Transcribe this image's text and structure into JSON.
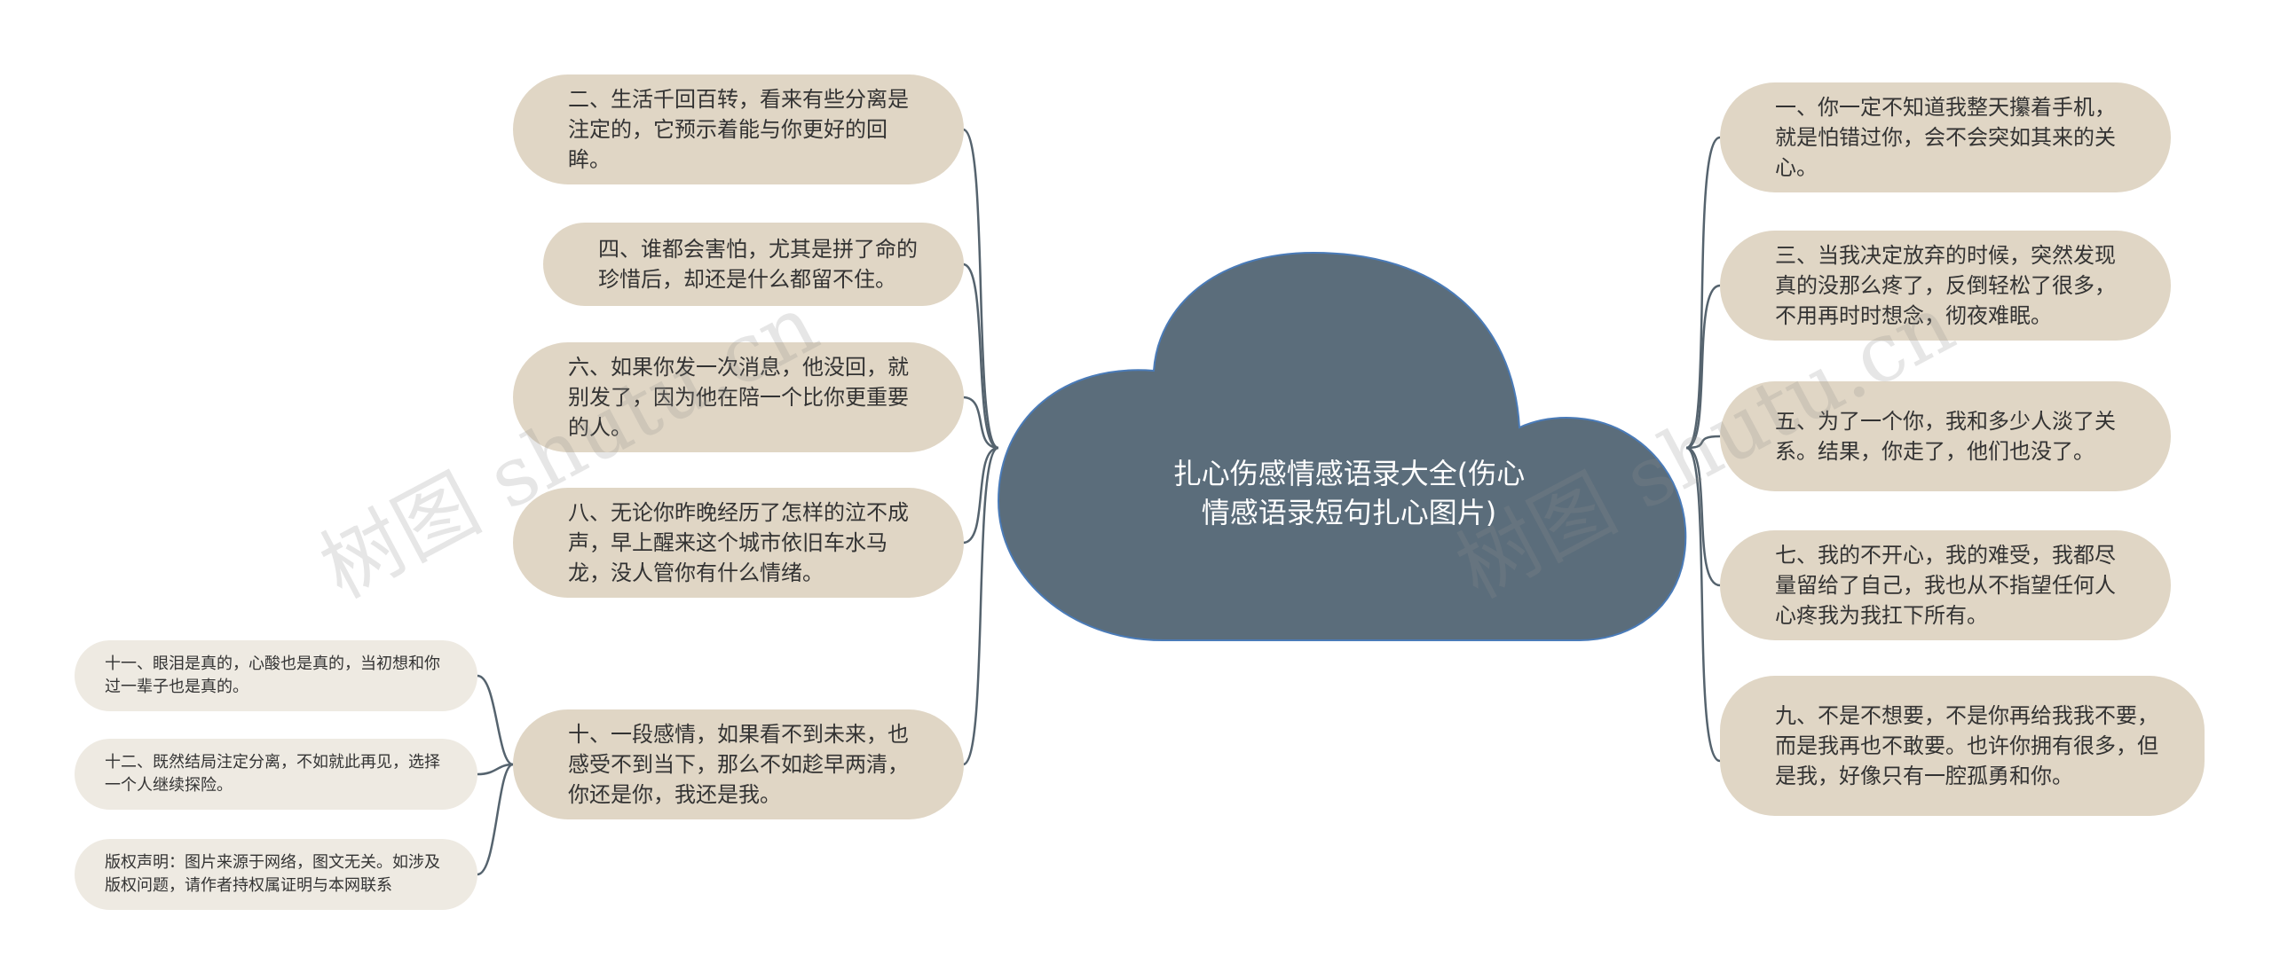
{
  "center": {
    "title": "扎心伤感情感语录大全(伤心情感语录短句扎心图片)"
  },
  "left_nodes": [
    {
      "text": "二、生活千回百转，看来有些分离是注定的，它预示着能与你更好的回眸。"
    },
    {
      "text": "四、谁都会害怕，尤其是拼了命的珍惜后，却还是什么都留不住。"
    },
    {
      "text": "六、如果你发一次消息，他没回，就别发了，因为他在陪一个比你更重要的人。"
    },
    {
      "text": "八、无论你昨晚经历了怎样的泣不成声，早上醒来这个城市依旧车水马龙，没人管你有什么情绪。"
    },
    {
      "text": "十、一段感情，如果看不到未来，也感受不到当下，那么不如趁早两清，你还是你，我还是我。"
    }
  ],
  "sub_nodes": [
    {
      "text": "十一、眼泪是真的，心酸也是真的，当初想和你过一辈子也是真的。"
    },
    {
      "text": "十二、既然结局注定分离，不如就此再见，选择一个人继续探险。"
    },
    {
      "text": "版权声明：图片来源于网络，图文无关。如涉及版权问题，请作者持权属证明与本网联系"
    }
  ],
  "right_nodes": [
    {
      "text": "一、你一定不知道我整天攥着手机，就是怕错过你，会不会突如其来的关心。"
    },
    {
      "text": "三、当我决定放弃的时候，突然发现真的没那么疼了，反倒轻松了很多，不用再时时想念，彻夜难眠。"
    },
    {
      "text": "五、为了一个你，我和多少人淡了关系。结果，你走了，他们也没了。"
    },
    {
      "text": "七、我的不开心，我的难受，我都尽量留给了自己，我也从不指望任何人心疼我为我扛下所有。"
    },
    {
      "text": "九、不是不想要，不是你再给我我不要，而是我再也不敢要。也许你拥有很多，但是我，好像只有一腔孤勇和你。"
    }
  ],
  "watermarks": [
    "树图 shutu.cn",
    "树图 shutu.cn"
  ],
  "colors": {
    "cloud": "#5b6d7b",
    "node_bg": "#e0d6c5",
    "sub_node_bg": "#eeeae2",
    "line": "#55636e"
  }
}
